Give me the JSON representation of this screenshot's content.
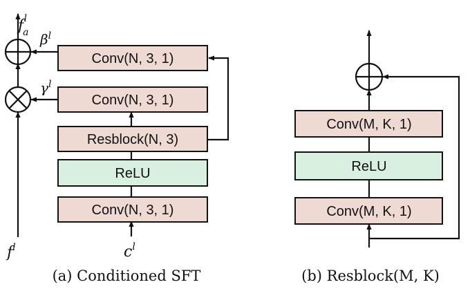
{
  "left": {
    "boxes": {
      "conv_top": "Conv(N, 3, 1)",
      "conv_mid": "Conv(N, 3, 1)",
      "resblock": "Resblock(N, 3)",
      "relu": "ReLU",
      "conv_bottom": "Conv(N, 3, 1)"
    },
    "labels": {
      "output": "f",
      "output_sub": "a",
      "output_sup": "l",
      "beta": "β",
      "beta_sup": "l",
      "gamma": "γ",
      "gamma_sup": "l",
      "feature": "f",
      "feature_sup": "l",
      "condition": "c",
      "condition_sup": "l"
    },
    "caption": "(a) Conditioned SFT"
  },
  "right": {
    "boxes": {
      "conv_top": "Conv(M, K, 1)",
      "relu": "ReLU",
      "conv_bottom": "Conv(M, K, 1)"
    },
    "caption": "(b) Resblock(M, K)"
  },
  "colors": {
    "conv_fill": "#eedad2",
    "relu_fill": "#d9efe0",
    "stroke": "#111111"
  }
}
